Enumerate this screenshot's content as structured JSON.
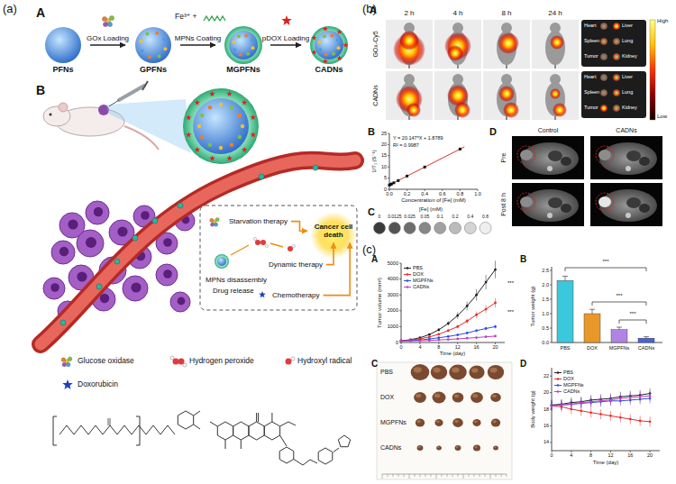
{
  "diagram": {
    "nodes": [
      {
        "text": [
          "PFNs"
        ]
      },
      {
        "text": [
          "GPFNs"
        ]
      },
      {
        "text": [
          "MGPFNs"
        ]
      },
      {
        "text": [
          "CADNs"
        ]
      },
      {
        "text": [
          "Starvation therapy"
        ]
      },
      {
        "text": [
          "Dynamic therapy"
        ]
      },
      {
        "text": [
          "Chemotherapy"
        ]
      },
      {
        "text": [
          "Cancer cell death"
        ]
      }
    ],
    "edges": [
      {
        "from": 0,
        "to": 1,
        "label": "GOx Loading",
        "arrow": "to"
      },
      {
        "from": 1,
        "to": 2,
        "label": "MPNs Coating",
        "arrow": "to"
      },
      {
        "from": 2,
        "to": 3,
        "label": "pDOX Loading",
        "arrow": "to"
      },
      {
        "from": 4,
        "to": 7,
        "arrow": "to"
      },
      {
        "from": 5,
        "to": 7,
        "arrow": "to"
      },
      {
        "from": 6,
        "to": 7,
        "arrow": "to"
      }
    ],
    "labels": [
      "(a)",
      "A",
      "Fe³⁺ +",
      "B",
      "MPNs disassembly",
      "Drug release",
      "(b)",
      "A",
      "2 h",
      "4 h",
      "8 h",
      "24 h",
      "GOx-Cy5",
      "CADNs",
      "Heart",
      "Liver",
      "Spleen",
      "Lung",
      "Kidney",
      "Tumor",
      "Heart",
      "Liver",
      "Spleen",
      "Lung",
      "Kidney",
      "Tumor",
      "High",
      "Low",
      "B",
      "Y = 20.147*X + 1.8789",
      "R² = 0.9987",
      "1/T₁ (S⁻¹)",
      "Concentration of [Fe] (mM)",
      "0",
      "5",
      "10",
      "15",
      "20",
      "25",
      "0.0",
      "0.2",
      "0.4",
      "0.6",
      "0.8",
      "1.0",
      "C",
      "[Fe] (mM)",
      "0",
      "0.0125",
      "0.025",
      "0.05",
      "0.1",
      "0.2",
      "0.4",
      "0.8",
      "D",
      "Control",
      "CADNs",
      "Pre",
      "Post 8 h",
      "(c)",
      "A",
      "Tumor volume (mm³)",
      "Time (day)",
      "0",
      "1000",
      "2000",
      "3000",
      "4000",
      "5000",
      "0",
      "4",
      "8",
      "12",
      "16",
      "20",
      "***",
      "***",
      "B",
      "Tumor weight (g)",
      "0.0",
      "0.5",
      "1.0",
      "1.5",
      "2.0",
      "2.5",
      "PBS",
      "DOX",
      "MGPFNs",
      "CADNs",
      "***",
      "***",
      "***",
      "C",
      "PBS",
      "DOX",
      "MGPFNs",
      "CADNs",
      "D",
      "Body weight (g)",
      "Time (day)",
      "14",
      "16",
      "18",
      "20",
      "22",
      "0",
      "4",
      "8",
      "12",
      "16",
      "20"
    ],
    "legend": [
      {
        "text": "Glucose oxidase"
      },
      {
        "text": "Hydrogen peroxide"
      },
      {
        "text": "Hydroxyl radical"
      },
      {
        "text": "Doxorubicin"
      },
      {
        "text": "PBS"
      },
      {
        "text": "DOX"
      },
      {
        "text": "MGPFNs"
      },
      {
        "text": "CADNs"
      },
      {
        "text": "PBS"
      },
      {
        "text": "DOX"
      },
      {
        "text": "MGPFNs"
      },
      {
        "text": "CADNs"
      }
    ]
  }
}
